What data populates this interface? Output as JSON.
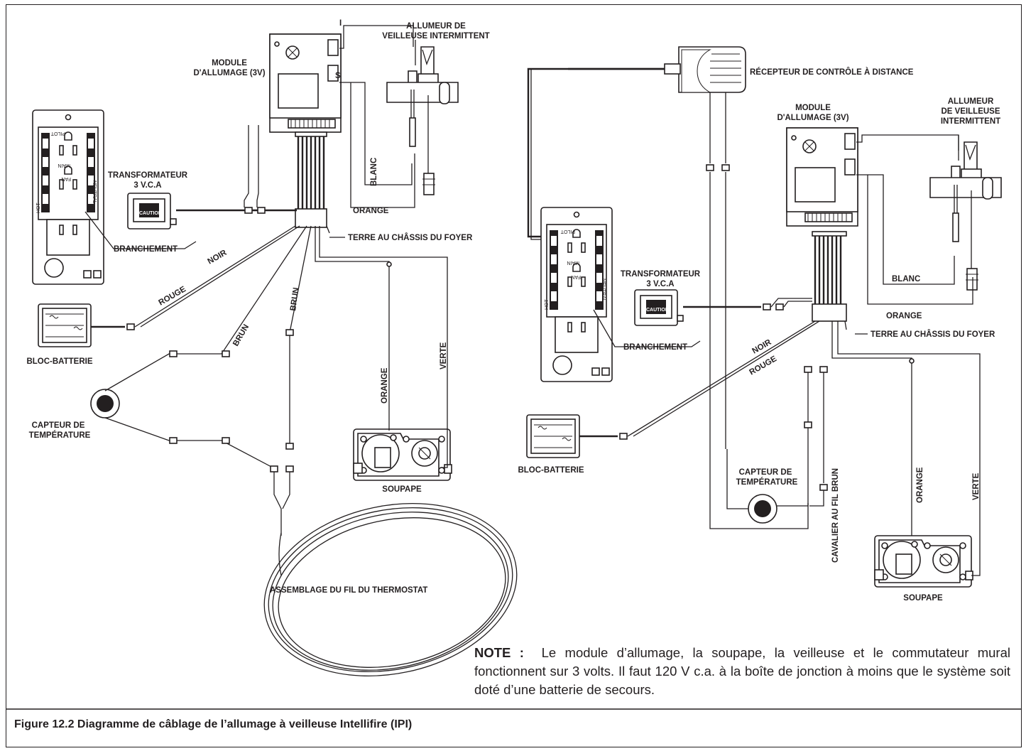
{
  "figure": {
    "caption": "Figure 12.2  Diagramme de câblage de l’allumage à veilleuse Intellifire (IPI)"
  },
  "note": {
    "label": "NOTE :",
    "text": "Le module d’allumage, la soupape, la veilleuse et le commutateur mural fonctionnent sur 3 volts. Il faut 120 V c.a. à la boîte de jonction à moins que le système soit doté d’une batterie de secours."
  },
  "left": {
    "module_l1": "MODULE",
    "module_l2": "D'ALLUMAGE (3V)",
    "igniter_l1": "ALLUMEUR DE",
    "igniter_l2": "VEILLEUSE INTERMITTENT",
    "transformer_l1": "TRANSFORMATEUR",
    "transformer_l2": "3 V.C.A",
    "connection": "BRANCHEMENT",
    "ground": "TERRE AU CHÂSSIS DU FOYER",
    "battery": "BLOC-BATTERIE",
    "sensor_l1": "CAPTEUR DE",
    "sensor_l2": "TEMPÉRATURE",
    "valve": "SOUPAPE",
    "thermostat": "ASSEMBLAGE DU FIL DU THERMOSTAT",
    "wire_white": "BLANC",
    "wire_orange_h": "ORANGE",
    "wire_orange_v": "ORANGE",
    "wire_green": "VERTE",
    "wire_black": "NOIR",
    "wire_red": "ROUGE",
    "wire_brown_1": "BRUN",
    "wire_brown_2": "BRUN",
    "pin_i": "I",
    "pin_s": "S"
  },
  "right": {
    "receiver": "RÉCEPTEUR DE CONTRÔLE À DISTANCE",
    "module_l1": "MODULE",
    "module_l2": "D'ALLUMAGE (3V)",
    "igniter_l1": "ALLUMEUR",
    "igniter_l2": "DE VEILLEUSE",
    "igniter_l3": "INTERMITTENT",
    "transformer_l1": "TRANSFORMATEUR",
    "transformer_l2": "3 V.C.A",
    "connection": "BRANCHEMENT",
    "ground": "TERRE AU CHÂSSIS DU FOYER",
    "battery": "BLOC-BATTERIE",
    "sensor_l1": "CAPTEUR DE",
    "sensor_l2": "TEMPÉRATURE",
    "jumper": "CAVALIER AU FIL BRUN",
    "valve": "SOUPAPE",
    "wire_white": "BLANC",
    "wire_orange_h": "ORANGE",
    "wire_orange_v": "ORANGE",
    "wire_green": "VERTE",
    "wire_black": "NOIR",
    "wire_red": "ROUGE"
  },
  "switch_box": {
    "pilot": "PILOT",
    "fan": "FAN",
    "main": "MAIN",
    "neutral": "NEUTRAL",
    "hot": "HOT"
  },
  "transformer_box": {
    "tag": "CAUTION"
  }
}
